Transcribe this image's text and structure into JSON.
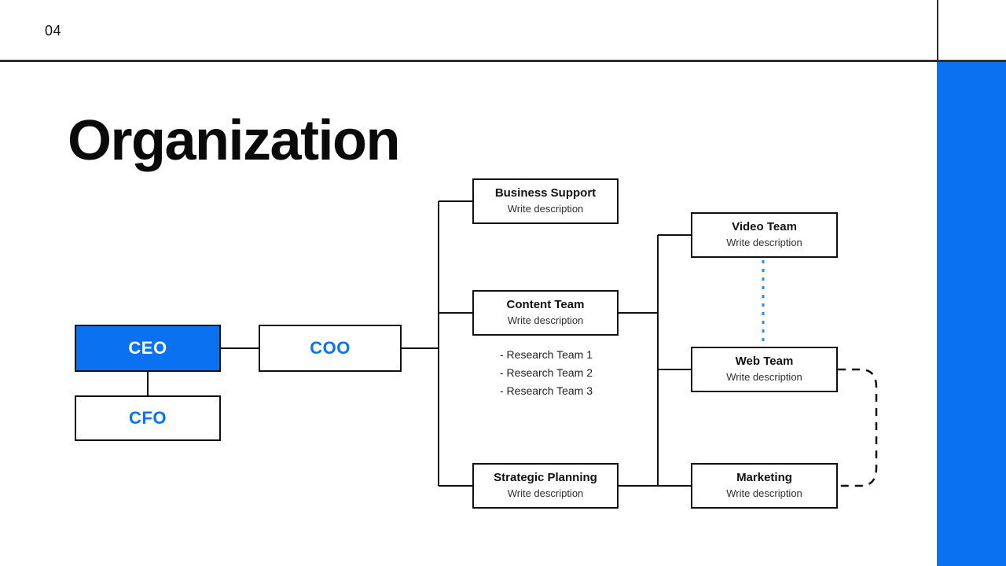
{
  "header": {
    "page_number": "04"
  },
  "title": "Organization",
  "colors": {
    "accent_blue": "#0a72f0",
    "rule_dark": "#2e2e2e",
    "text_dark": "#111111",
    "desc_gray": "#2f2f2f"
  },
  "chart_data": {
    "type": "diagram",
    "title": "Organization",
    "nodes": [
      {
        "id": "ceo",
        "label": "CEO",
        "description": "",
        "style": "filled"
      },
      {
        "id": "coo",
        "label": "COO",
        "description": "",
        "style": "outline"
      },
      {
        "id": "cfo",
        "label": "CFO",
        "description": "",
        "style": "outline"
      },
      {
        "id": "business",
        "label": "Business Support",
        "description": "Write description",
        "style": "outline"
      },
      {
        "id": "content",
        "label": "Content Team",
        "description": "Write description",
        "style": "outline"
      },
      {
        "id": "strategic",
        "label": "Strategic Planning",
        "description": "Write description",
        "style": "outline"
      },
      {
        "id": "video",
        "label": "Video Team",
        "description": "Write description",
        "style": "outline"
      },
      {
        "id": "web",
        "label": "Web Team",
        "description": "Write description",
        "style": "outline"
      },
      {
        "id": "marketing",
        "label": "Marketing",
        "description": "Write description",
        "style": "outline"
      }
    ],
    "sub_items": [
      "- Research Team 1",
      "- Research Team 2",
      "- Research Team 3"
    ],
    "edges": [
      {
        "from": "ceo",
        "to": "coo",
        "style": "solid"
      },
      {
        "from": "ceo",
        "to": "cfo",
        "style": "solid"
      },
      {
        "from": "coo",
        "to": "business",
        "style": "solid"
      },
      {
        "from": "coo",
        "to": "content",
        "style": "solid"
      },
      {
        "from": "coo",
        "to": "strategic",
        "style": "solid"
      },
      {
        "from": "content",
        "to": "video",
        "style": "solid"
      },
      {
        "from": "content",
        "to": "web",
        "style": "solid"
      },
      {
        "from": "content",
        "to": "marketing",
        "style": "solid"
      },
      {
        "from": "video",
        "to": "web",
        "style": "dotted-blue"
      },
      {
        "from": "web",
        "to": "marketing",
        "style": "dashed-loop"
      }
    ]
  },
  "nodes": {
    "ceo": {
      "label": "CEO",
      "description": ""
    },
    "coo": {
      "label": "COO",
      "description": ""
    },
    "cfo": {
      "label": "CFO",
      "description": ""
    },
    "business": {
      "label": "Business Support",
      "description": "Write description"
    },
    "content": {
      "label": "Content Team",
      "description": "Write description"
    },
    "strategic": {
      "label": "Strategic Planning",
      "description": "Write description"
    },
    "video": {
      "label": "Video Team",
      "description": "Write description"
    },
    "web": {
      "label": "Web Team",
      "description": "Write description"
    },
    "marketing": {
      "label": "Marketing",
      "description": "Write description"
    }
  },
  "sub_items": [
    "- Research Team 1",
    "- Research Team 2",
    "- Research Team 3"
  ]
}
